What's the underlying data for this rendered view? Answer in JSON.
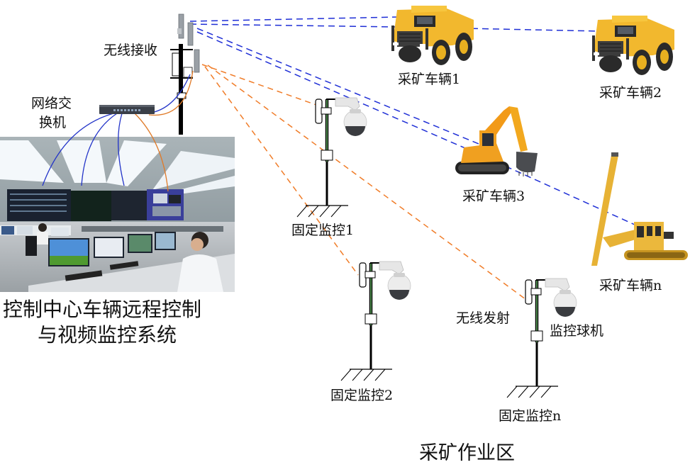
{
  "diagram": {
    "title_zone": "采矿作业区",
    "receiver": {
      "label": "无线接收",
      "icon": "antenna-tower-icon"
    },
    "switch": {
      "label_line1": "网络交",
      "label_line2": "换机",
      "icon": "network-switch-icon"
    },
    "control_center": {
      "caption_line1": "控制中心车辆远程控制",
      "caption_line2": "与视频监控系统",
      "icon": "control-room-photo"
    },
    "vehicles": [
      {
        "label": "采矿车辆1",
        "type": "dump-truck"
      },
      {
        "label": "采矿车辆2",
        "type": "dump-truck"
      },
      {
        "label": "采矿车辆3",
        "type": "excavator"
      },
      {
        "label": "采矿车辆n",
        "type": "drill-rig"
      }
    ],
    "monitors": [
      {
        "label": "固定监控1"
      },
      {
        "label": "固定监控2"
      },
      {
        "label": "固定监控n"
      }
    ],
    "annotations": {
      "transmitter": "无线发射",
      "dome_camera": "监控球机"
    },
    "links": {
      "vehicle_link_color": "#1f2fd6",
      "camera_link_color": "#f07c28",
      "vehicle_link_style": "dashed",
      "camera_link_style": "dashed"
    }
  }
}
